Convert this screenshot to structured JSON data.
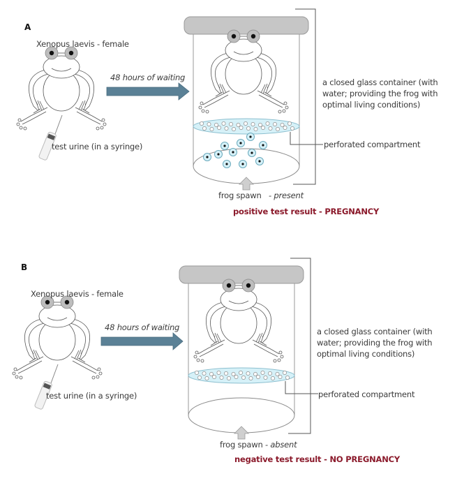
{
  "colors": {
    "arrow": "#5b8196",
    "lid": "#c6c6c6",
    "compartment_fill": "#d6f1f8",
    "compartment_stroke": "#8cbfcf",
    "spawn_fill": "#d6f1f8",
    "result_text": "#8b1a2b"
  },
  "panels": [
    {
      "letter": "A",
      "frog_label": "Xenopus laevis - female",
      "syringe_label": "test urine (in a syringe)",
      "arrow_label": "48 hours of waiting",
      "container_label": "a closed glass container (with water; providing the frog with optimal living conditions)",
      "compartment_label": "perforated compartment",
      "spawn_label": "frog spawn",
      "spawn_state": "- present",
      "spawn_present": true,
      "result": "positive test result - PREGNANCY"
    },
    {
      "letter": "B",
      "frog_label": "Xenopus laevis - female",
      "syringe_label": "test urine (in a syringe)",
      "arrow_label": "48 hours of waiting",
      "container_label": "a closed glass container (with water; providing the frog with optimal living conditions)",
      "compartment_label": "perforated compartment",
      "spawn_label": "frog spawn",
      "spawn_state": "- absent",
      "spawn_present": false,
      "result": "negative test result - NO PREGNANCY"
    }
  ]
}
